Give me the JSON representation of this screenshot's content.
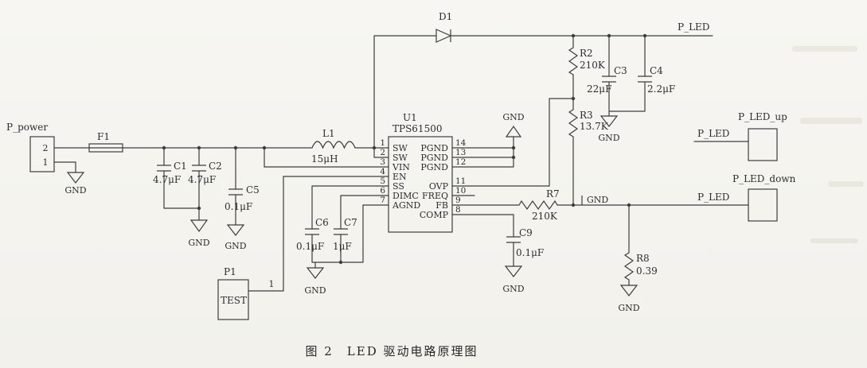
{
  "caption": "图 2　LED 驱动电路原理图",
  "nets": {
    "gnd": "GND",
    "pled": "P_LED"
  },
  "power_connector": {
    "ref": "P_power",
    "pin_top": "2",
    "pin_bottom": "1"
  },
  "fuse": {
    "ref": "F1"
  },
  "inductor": {
    "ref": "L1",
    "value": "15μH"
  },
  "diode": {
    "ref": "D1"
  },
  "test_connector": {
    "ref": "P1",
    "name": "TEST",
    "pin": "1"
  },
  "capacitors": {
    "C1": {
      "ref": "C1",
      "value": "4.7μF"
    },
    "C2": {
      "ref": "C2",
      "value": "4.7μF"
    },
    "C3": {
      "ref": "C3",
      "value": "22μF"
    },
    "C4": {
      "ref": "C4",
      "value": "2.2μF"
    },
    "C5": {
      "ref": "C5",
      "value": "0.1μF"
    },
    "C6": {
      "ref": "C6",
      "value": "0.1μF"
    },
    "C7": {
      "ref": "C7",
      "value": "1μF"
    },
    "C9": {
      "ref": "C9",
      "value": "0.1μF"
    }
  },
  "resistors": {
    "R2": {
      "ref": "R2",
      "value": "210K"
    },
    "R3": {
      "ref": "R3",
      "value": "13.7K"
    },
    "R7": {
      "ref": "R7",
      "value": "210K"
    },
    "R8": {
      "ref": "R8",
      "value": "0.39"
    }
  },
  "ic": {
    "ref": "U1",
    "part": "TPS61500",
    "left_pins": [
      {
        "num": "1",
        "name": "SW"
      },
      {
        "num": "2",
        "name": "SW"
      },
      {
        "num": "3",
        "name": "VIN"
      },
      {
        "num": "4",
        "name": "EN"
      },
      {
        "num": "5",
        "name": "SS"
      },
      {
        "num": "6",
        "name": "DIMC"
      },
      {
        "num": "7",
        "name": "AGND"
      }
    ],
    "right_pins": [
      {
        "num": "14",
        "name": "PGND"
      },
      {
        "num": "13",
        "name": "PGND"
      },
      {
        "num": "12",
        "name": "PGND"
      },
      {
        "num": "11",
        "name": "OVP"
      },
      {
        "num": "10",
        "name": "FREQ"
      },
      {
        "num": "9",
        "name": "FB"
      },
      {
        "num": "8",
        "name": "COMP"
      }
    ]
  },
  "led_connectors": {
    "up": "P_LED_up",
    "down": "P_LED_down"
  }
}
